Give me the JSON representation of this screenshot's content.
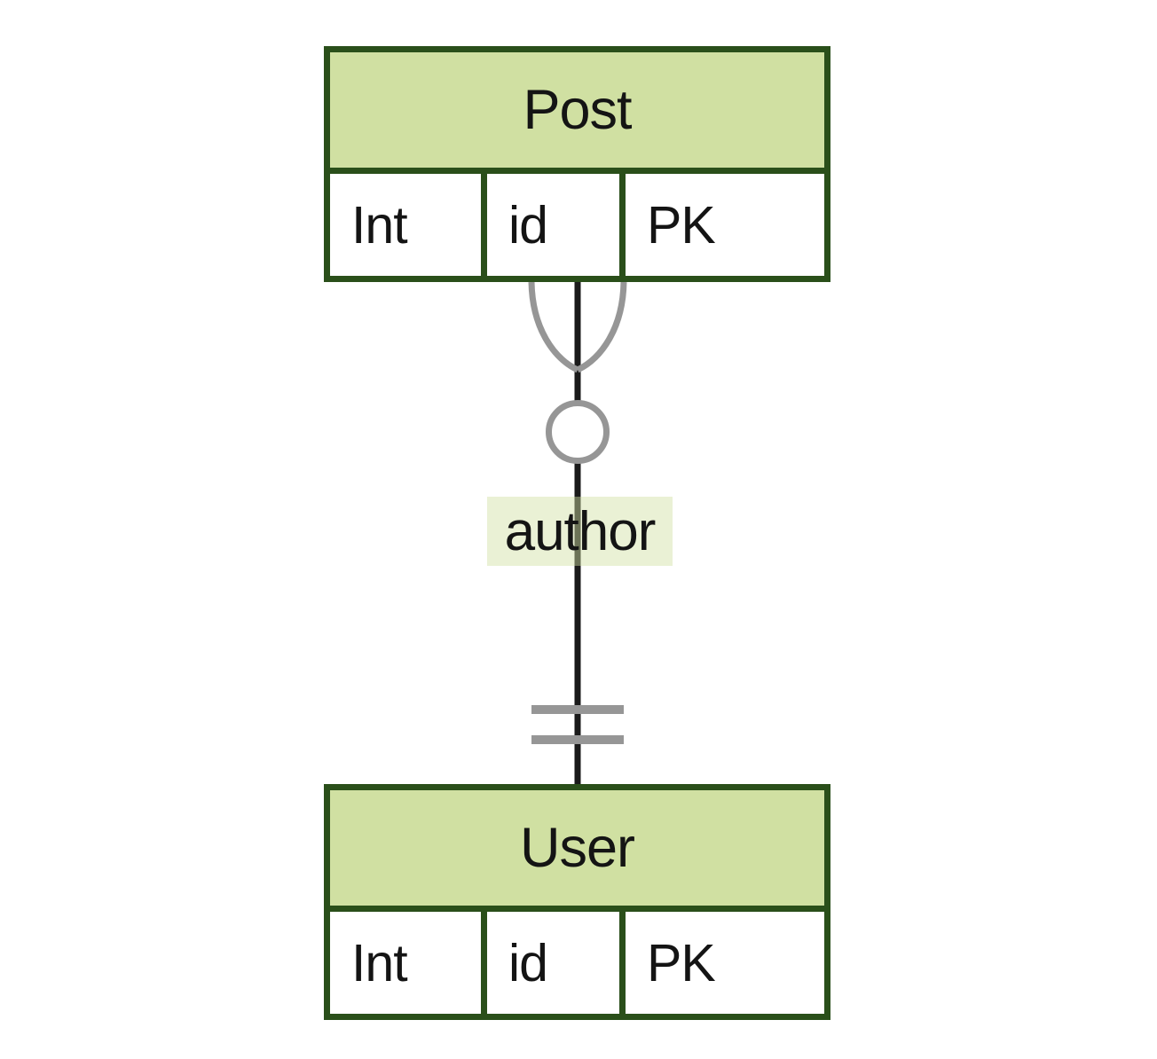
{
  "diagram_title": "entity-relationship-diagram",
  "entities": [
    {
      "name": "Post",
      "rows": [
        {
          "type": "Int",
          "attr": "id",
          "key": "PK"
        }
      ]
    },
    {
      "name": "User",
      "rows": [
        {
          "type": "Int",
          "attr": "id",
          "key": "PK"
        }
      ]
    }
  ],
  "relationship": {
    "label": "author",
    "post_end_cardinality": "zero-or-many",
    "user_end_cardinality": "exactly-one"
  },
  "colors": {
    "entity_border": "#2a4f1a",
    "entity_header_fill": "#d0e0a2",
    "attribute_fill": "#ffffff",
    "relationship_line": "#1a1a1a",
    "cardinality_marker": "#969696",
    "label_background": "rgba(208,224,162,0.45)",
    "text": "#141414",
    "page_background": "#ffffff"
  }
}
